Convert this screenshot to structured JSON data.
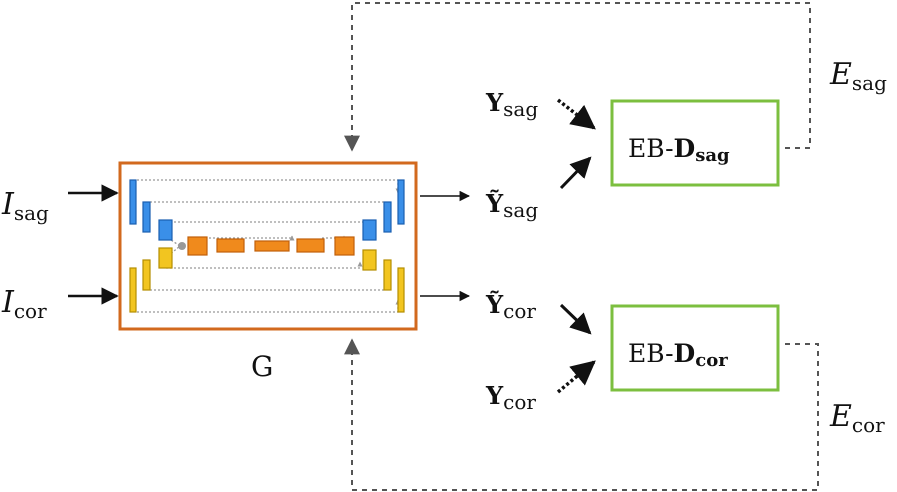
{
  "inputs": {
    "sag": {
      "symbol": "I",
      "sub": "sag"
    },
    "cor": {
      "symbol": "I",
      "sub": "cor"
    }
  },
  "generator": {
    "label": "G"
  },
  "outputs": {
    "pred_sag": {
      "symbol": "Ỹ",
      "sub": "sag"
    },
    "pred_cor": {
      "symbol": "Ỹ",
      "sub": "cor"
    },
    "gt_sag": {
      "symbol": "Y",
      "sub": "sag"
    },
    "gt_cor": {
      "symbol": "Y",
      "sub": "cor"
    }
  },
  "discriminators": {
    "sag": {
      "prefix": "EB-",
      "bold": "D",
      "sub": "sag"
    },
    "cor": {
      "prefix": "EB-",
      "bold": "D",
      "sub": "cor"
    }
  },
  "energies": {
    "sag": {
      "symbol": "E",
      "sub": "sag"
    },
    "cor": {
      "symbol": "E",
      "sub": "cor"
    }
  },
  "colors": {
    "generator_border": "#d2691e",
    "discriminator_border": "#7cbf3f",
    "blue_block": "#3a8fe8",
    "orange_block": "#f08a1c",
    "yellow_block": "#f2c520",
    "skip_dotted": "#999999",
    "feedback_dashed": "#555555"
  }
}
